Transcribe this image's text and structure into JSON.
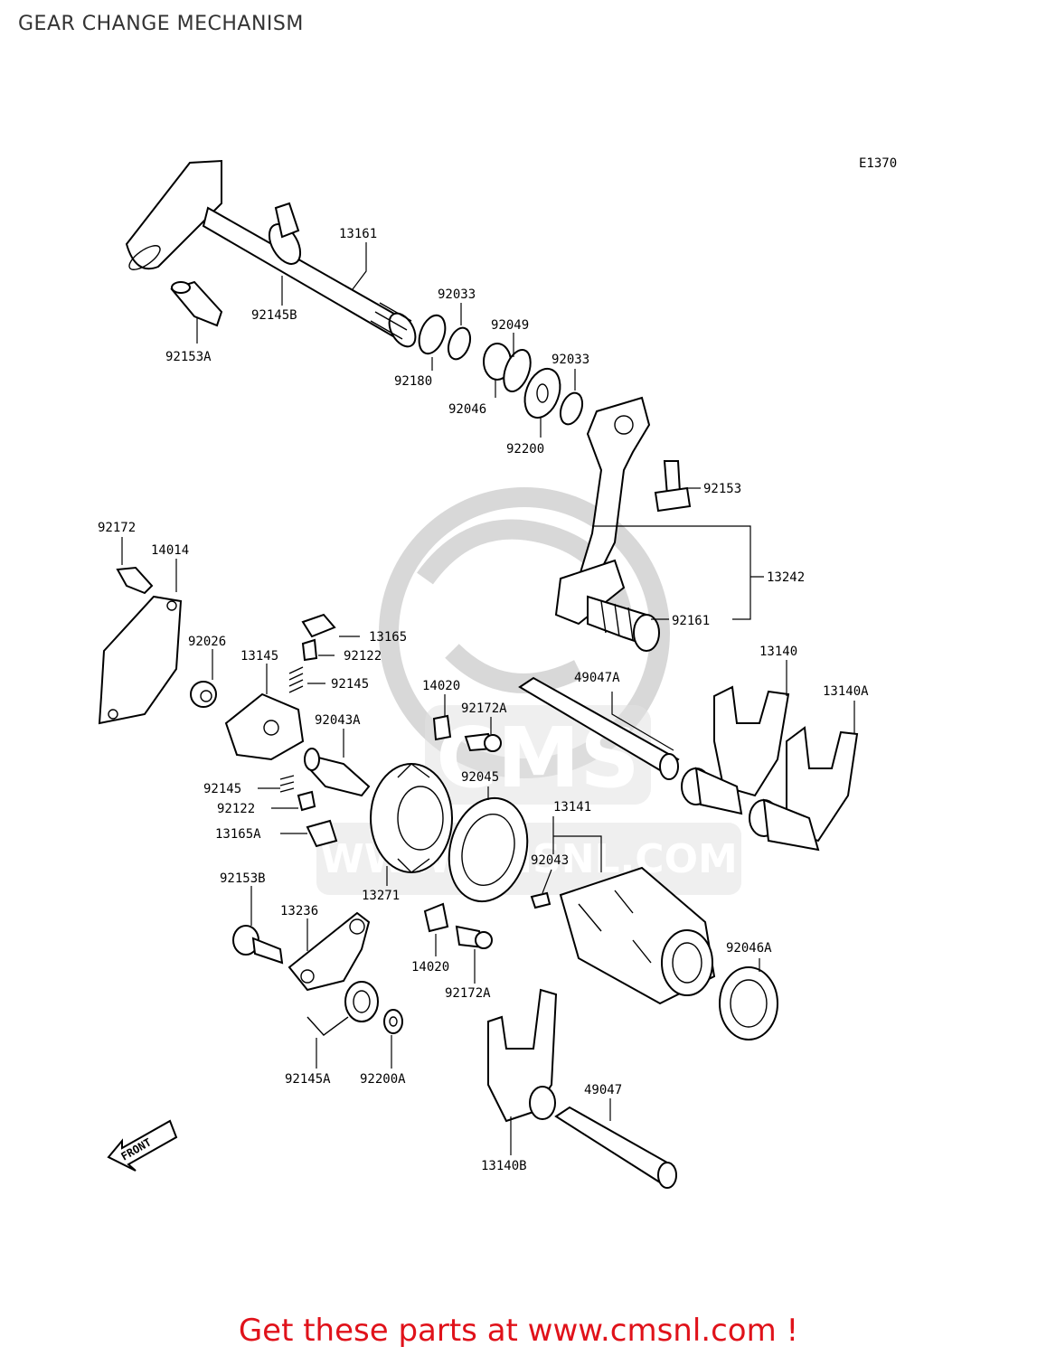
{
  "page": {
    "title": "GEAR CHANGE MECHANISM"
  },
  "diagram": {
    "code": "E1370",
    "front_label": "FRONT",
    "watermark": {
      "text": "CMS",
      "url": "WWW.CMSNL.COM"
    },
    "callouts": [
      {
        "id": "p13161",
        "label": "13161"
      },
      {
        "id": "p92145B",
        "label": "92145B"
      },
      {
        "id": "p92153A",
        "label": "92153A"
      },
      {
        "id": "p92033a",
        "label": "92033"
      },
      {
        "id": "p92180",
        "label": "92180"
      },
      {
        "id": "p92049",
        "label": "92049"
      },
      {
        "id": "p92046",
        "label": "92046"
      },
      {
        "id": "p92033b",
        "label": "92033"
      },
      {
        "id": "p92200",
        "label": "92200"
      },
      {
        "id": "p92153",
        "label": "92153"
      },
      {
        "id": "p13242",
        "label": "13242"
      },
      {
        "id": "p92161",
        "label": "92161"
      },
      {
        "id": "p92172",
        "label": "92172"
      },
      {
        "id": "p14014",
        "label": "14014"
      },
      {
        "id": "p92026",
        "label": "92026"
      },
      {
        "id": "p13165",
        "label": "13165"
      },
      {
        "id": "p92122a",
        "label": "92122"
      },
      {
        "id": "p13145",
        "label": "13145"
      },
      {
        "id": "p92145a",
        "label": "92145"
      },
      {
        "id": "p14020a",
        "label": "14020"
      },
      {
        "id": "p49047A",
        "label": "49047A"
      },
      {
        "id": "p13140",
        "label": "13140"
      },
      {
        "id": "p13140A",
        "label": "13140A"
      },
      {
        "id": "p92172Aa",
        "label": "92172A"
      },
      {
        "id": "p92043A",
        "label": "92043A"
      },
      {
        "id": "p92045",
        "label": "92045"
      },
      {
        "id": "p13141",
        "label": "13141"
      },
      {
        "id": "p92145b",
        "label": "92145"
      },
      {
        "id": "p92122b",
        "label": "92122"
      },
      {
        "id": "p13165A",
        "label": "13165A"
      },
      {
        "id": "p92043",
        "label": "92043"
      },
      {
        "id": "p13271",
        "label": "13271"
      },
      {
        "id": "p92153B",
        "label": "92153B"
      },
      {
        "id": "p13236",
        "label": "13236"
      },
      {
        "id": "p14020b",
        "label": "14020"
      },
      {
        "id": "p92172Ab",
        "label": "92172A"
      },
      {
        "id": "p92046A",
        "label": "92046A"
      },
      {
        "id": "p92145A",
        "label": "92145A"
      },
      {
        "id": "p92200A",
        "label": "92200A"
      },
      {
        "id": "p49047",
        "label": "49047"
      },
      {
        "id": "p13140B",
        "label": "13140B"
      }
    ]
  },
  "footer": {
    "text": "Get these parts at www.cmsnl.com !",
    "color": "#e0121a"
  }
}
